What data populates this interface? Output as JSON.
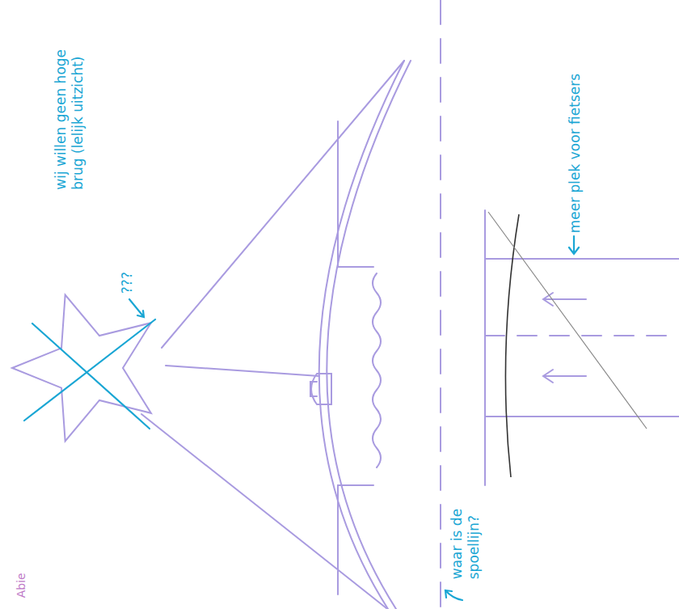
{
  "diagram": {
    "labels": [
      "wij willen geen hoge brug (lelijk uitzicht)",
      "???",
      "meer plek voor fietsers",
      "waar is de spoellijn?",
      "Abie"
    ]
  }
}
